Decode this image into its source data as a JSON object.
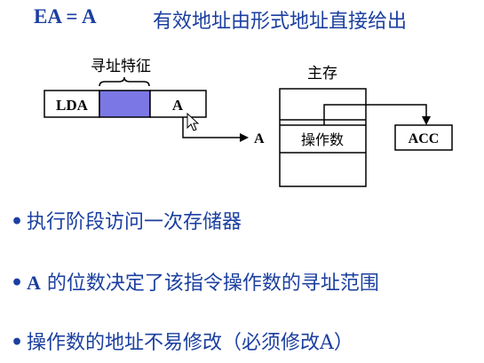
{
  "header": {
    "formula": "EA = A",
    "description": "有效地址由形式地址直接给出"
  },
  "instruction": {
    "addressing_label": "寻址特征",
    "opcode": "LDA",
    "address": "A"
  },
  "arrow_label": "A",
  "memory": {
    "label": "主存",
    "operand_cell": "操作数"
  },
  "register": "ACC",
  "bullets": [
    {
      "bold": "",
      "text": "执行阶段访问一次存储器"
    },
    {
      "bold": "A",
      "text": " 的位数决定了该指令操作数的寻址范围"
    },
    {
      "bold": "",
      "text": "操作数的地址不易修改（必须修改A）"
    }
  ],
  "colors": {
    "text": "#1b3fa0",
    "highlight": "#7b78e6"
  }
}
